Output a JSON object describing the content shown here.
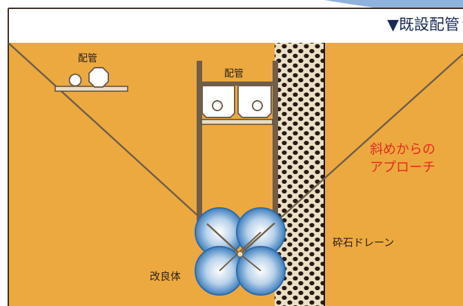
{
  "header": {
    "title": "▼既設配管"
  },
  "labels": {
    "left_pipe": "配管",
    "center_pipe": "配管",
    "approach_line1": "斜めからの",
    "approach_line2": "アプローチ",
    "gravel_drain": "砕石ドレーン",
    "improved_body": "改良体"
  },
  "colors": {
    "soil": "#eca93f",
    "approach_text": "#e0301e",
    "structure": "#6f5e4a",
    "pipe_fill": "#ffffff",
    "gravel_bg": "#e9e0c6",
    "gravel_stone": "#2b1a12",
    "column_blue": "#4a86c2",
    "top_band_accent": "#8fb3dc"
  },
  "icons": {
    "pipe_small": "pipe-circle-icon",
    "pipe_large": "pipe-octagon-icon"
  }
}
